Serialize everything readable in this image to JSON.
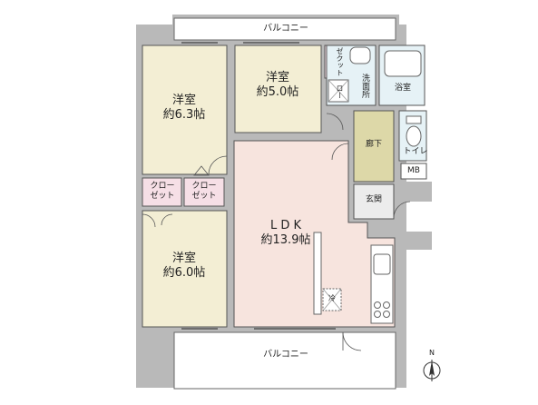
{
  "rooms": {
    "balcony_top": "バルコニー",
    "balcony_bottom": "バルコニー",
    "western_a": {
      "name": "洋室",
      "size": "約6.3帖"
    },
    "western_b": {
      "name": "洋室",
      "size": "約5.0帖"
    },
    "western_c": {
      "name": "洋室",
      "size": "約6.0帖"
    },
    "ldk": {
      "name": "L D K",
      "size": "約13.9帖"
    },
    "closet_1": {
      "line1": "クロー",
      "line2": "ゼット"
    },
    "closet_2": {
      "line1": "クロー",
      "line2": "ゼット"
    },
    "closet_small": "ゼクット\nロー",
    "washroom": "洗面所",
    "bathroom": "浴室",
    "hallway": "廊下",
    "toilet": "トイレ",
    "mb": "MB",
    "entrance": "玄関",
    "fridge": "冷"
  },
  "compass": {
    "north": "N"
  },
  "colors": {
    "wall": "#b9b9b9",
    "western": "#f3eed4",
    "ldk": "#f7e4de",
    "closet": "#f6dfe6",
    "hallway": "#ddd8a8",
    "wet": "#e6f2f6",
    "entrance": "#ececec",
    "balcony": "#ffffff"
  }
}
